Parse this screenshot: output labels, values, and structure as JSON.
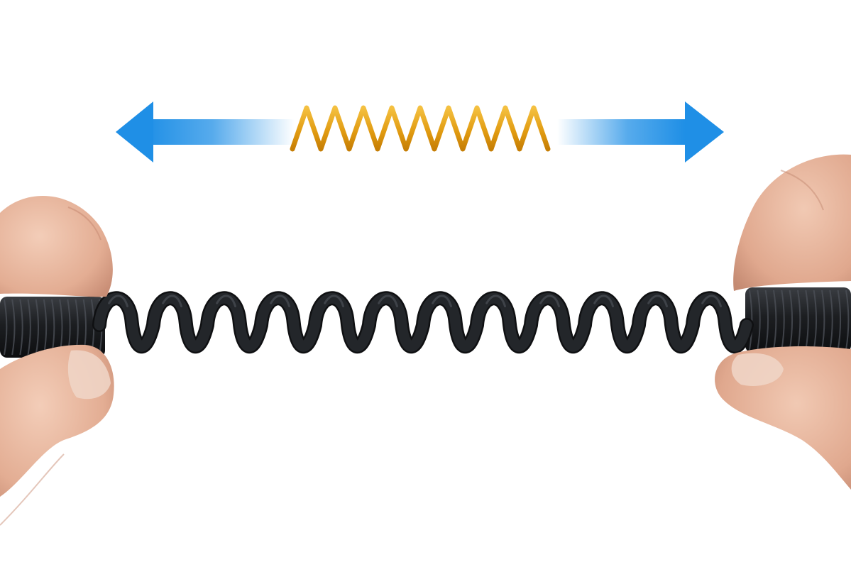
{
  "scene": {
    "background": "#ffffff",
    "subject": "coiled-spring-cable",
    "cable_color": "#1c1e21",
    "spring_icon_color": "#e0a012",
    "arrow_color": "#1f8fe6",
    "skin_color": "#e6b49d",
    "stretch_arrows": [
      "arrow-left-icon",
      "arrow-right-icon"
    ],
    "spring_icon_coils": 9,
    "cable_coils": 12
  }
}
